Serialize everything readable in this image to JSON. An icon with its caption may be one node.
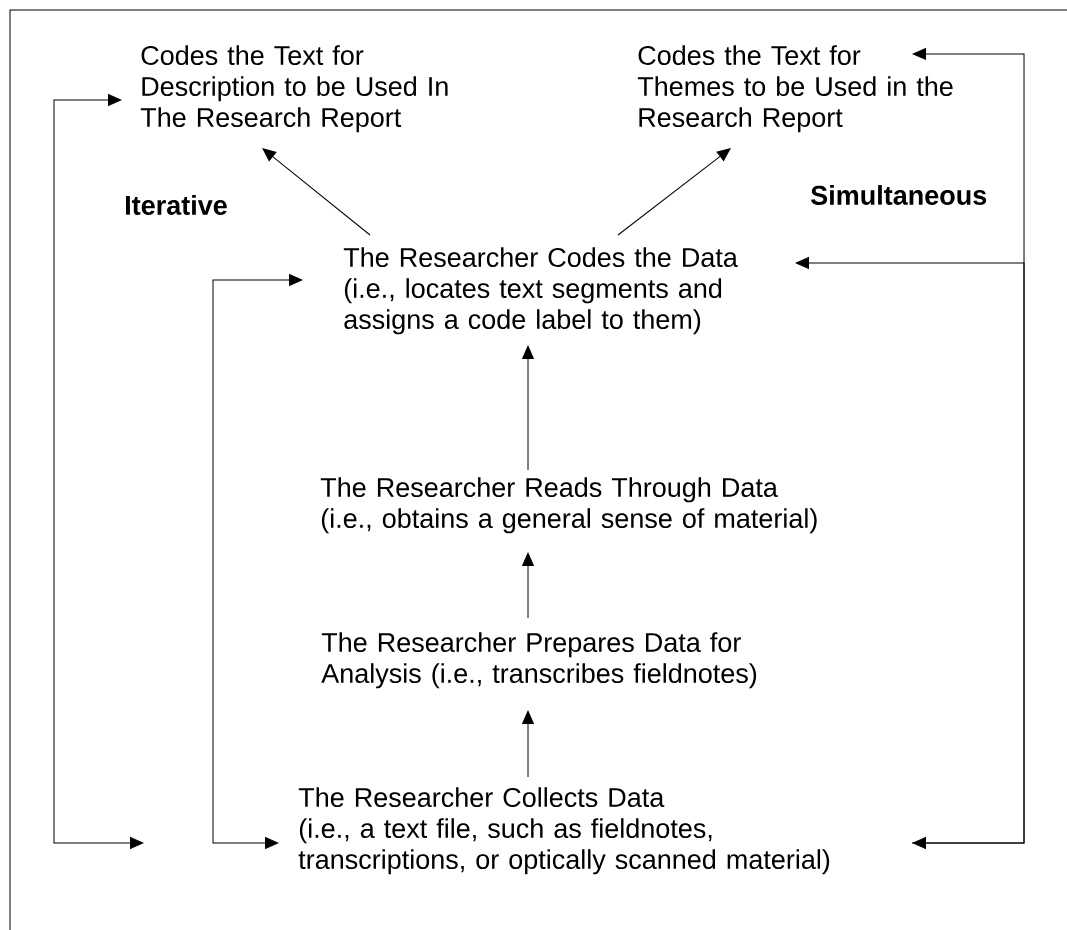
{
  "diagram": {
    "nodes": [
      {
        "text": [
          "Codes the Text for Description to be Used In The Research Report"
        ]
      },
      {
        "text": [
          "Codes the Text for Themes to be Used in the Research Report"
        ]
      },
      {
        "text": [
          "The Researcher Codes the Data",
          "(i.e., locates text segments and assigns a code label to them)"
        ]
      },
      {
        "text": [
          "The Researcher Reads Through Data",
          "(i.e., obtains a general sense of material)"
        ]
      },
      {
        "text": [
          "The Researcher Prepares Data for Analysis (i.e., transcribes fieldnotes)"
        ]
      },
      {
        "text": [
          "The Researcher Collects Data",
          "(i.e., a text file, such as fieldnotes, transcriptions, or optically scanned material)"
        ]
      }
    ],
    "edges": [
      {
        "from": 5,
        "to": 4,
        "arrow": "to"
      },
      {
        "from": 4,
        "to": 3,
        "arrow": "to"
      },
      {
        "from": 3,
        "to": 2,
        "arrow": "to"
      },
      {
        "from": 2,
        "to": 0,
        "arrow": "to"
      },
      {
        "from": 2,
        "to": 1,
        "arrow": "to"
      },
      {
        "from": null,
        "to": 0,
        "arrow": "both"
      },
      {
        "from": 5,
        "to": 2,
        "arrow": "both"
      },
      {
        "from": 5,
        "to": 1,
        "arrow": "both"
      },
      {
        "from": 5,
        "to": 2,
        "arrow": "to"
      }
    ],
    "labels": [
      "Iterative",
      "Simultaneous"
    ]
  }
}
